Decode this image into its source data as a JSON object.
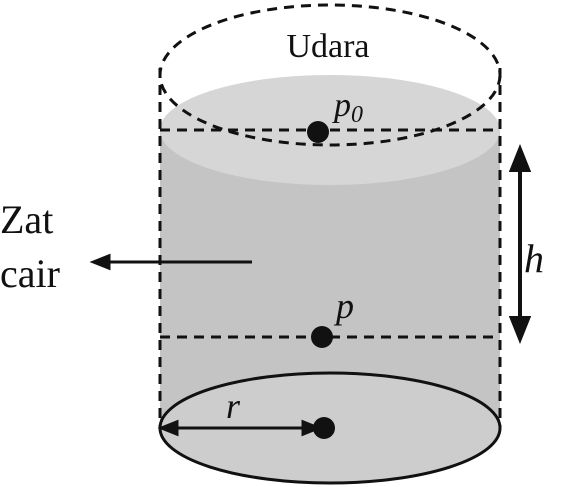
{
  "labels": {
    "air": "Udara",
    "surface_pressure": "p",
    "surface_pressure_sub": "0",
    "point_pressure": "p",
    "depth": "h",
    "liquid_line1": "Zat",
    "liquid_line2": "cair",
    "radius": "r"
  },
  "colors": {
    "liquid_fill": "#c4c4c4",
    "liquid_top": "#d9d9d9",
    "stroke": "#111111",
    "background": "#ffffff"
  }
}
